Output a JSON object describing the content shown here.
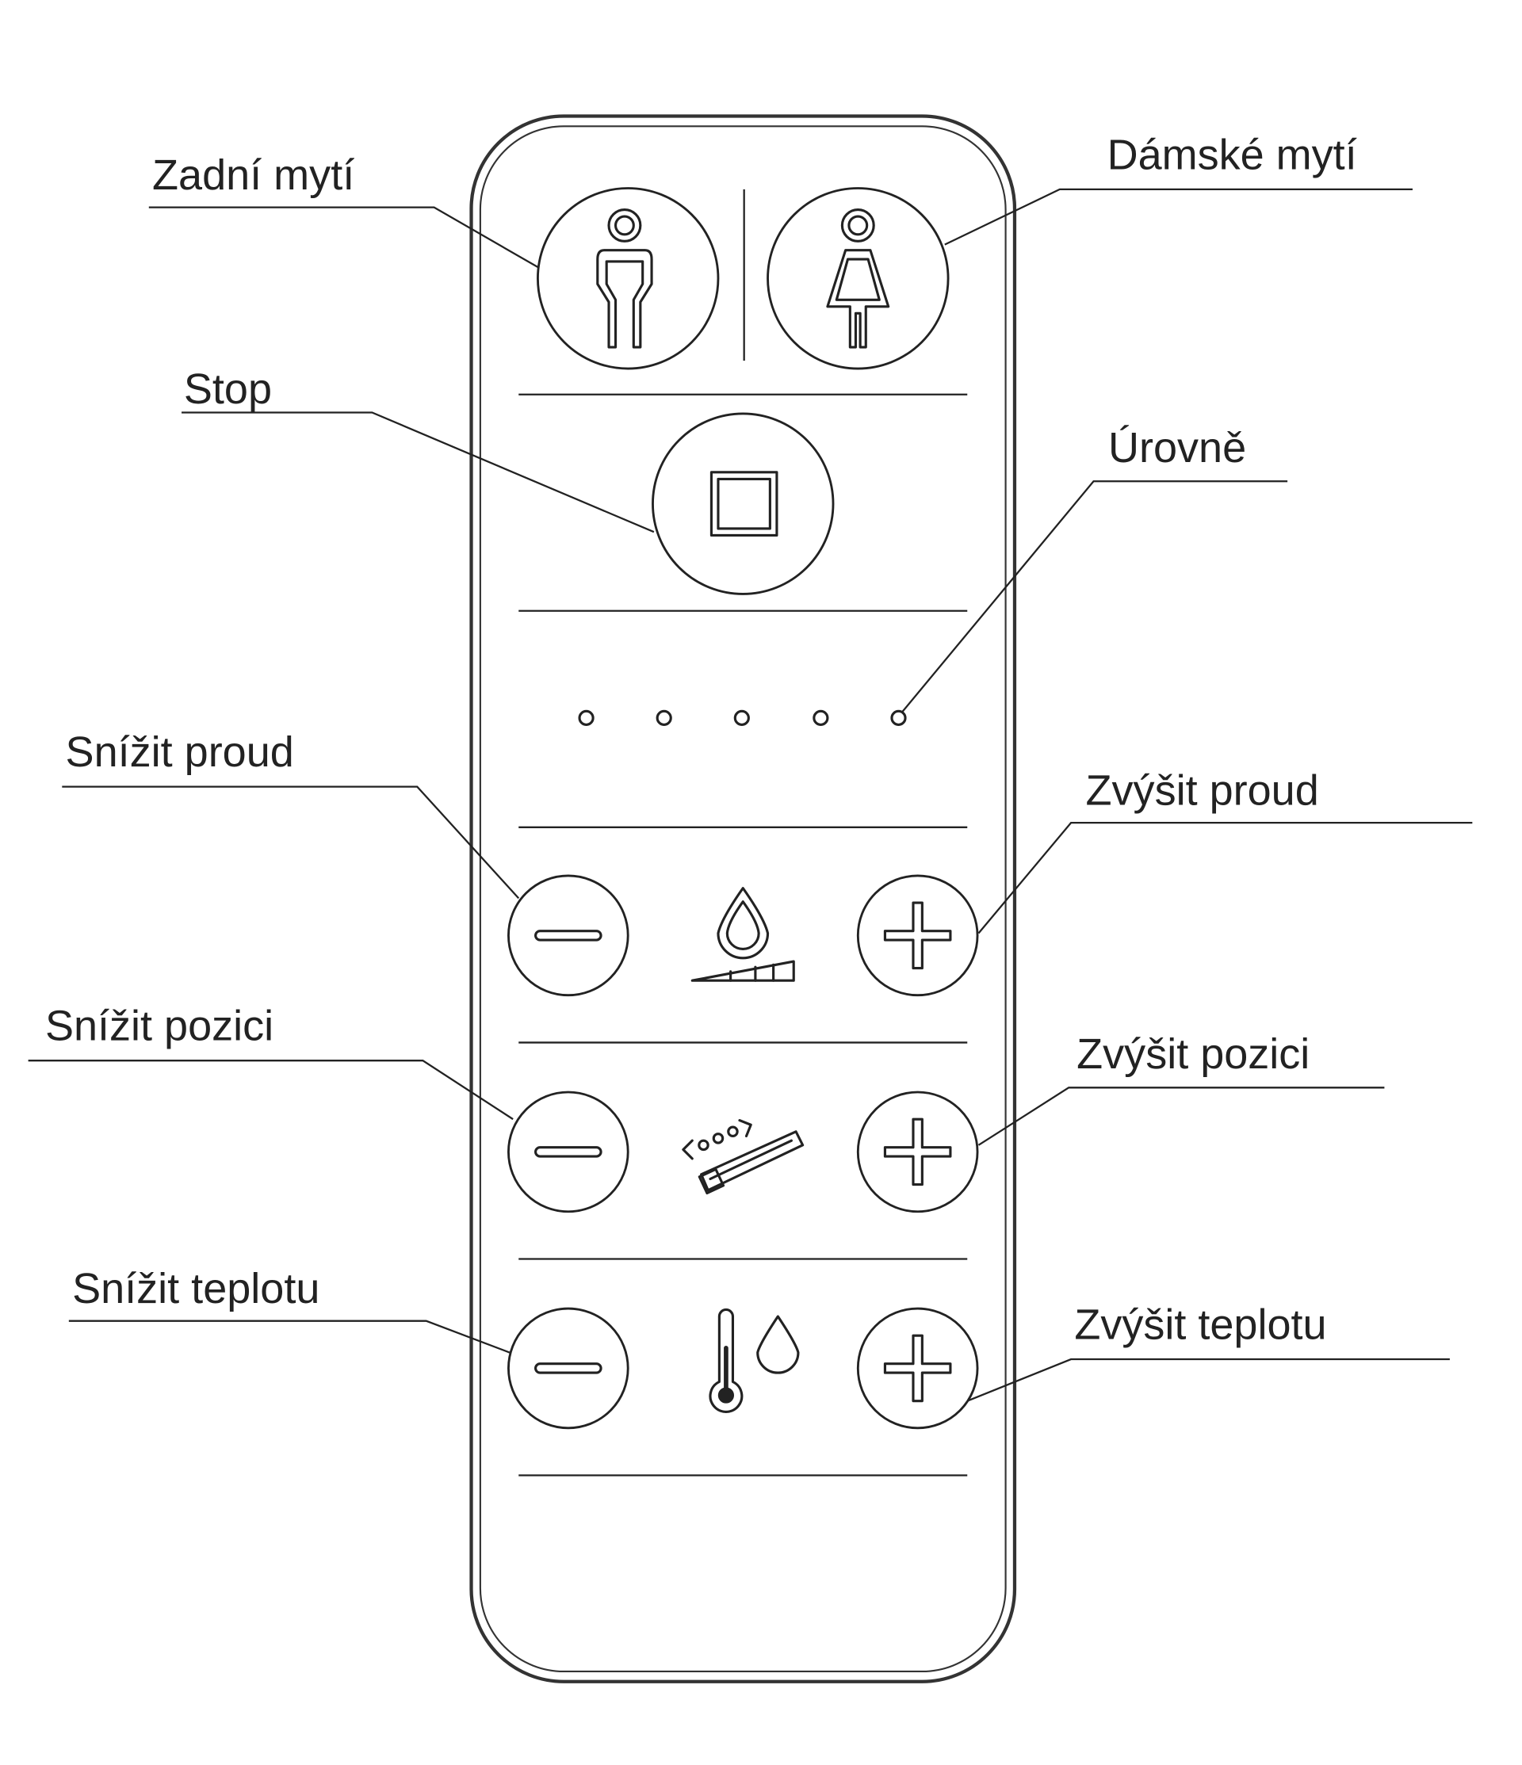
{
  "labels": {
    "rear_wash": "Zadní mytí",
    "lady_wash": "Dámské mytí",
    "stop": "Stop",
    "levels": "Úrovně",
    "decrease_pressure": "Snížit proud",
    "increase_pressure": "Zvýšit proud",
    "decrease_position": "Snížit pozici",
    "increase_position": "Zvýšit pozici",
    "decrease_temperature": "Snížit teplotu",
    "increase_temperature": "Zvýšit teplotu"
  },
  "level_indicator_count": 5,
  "colors": {
    "line": "#222222",
    "background": "#ffffff"
  }
}
